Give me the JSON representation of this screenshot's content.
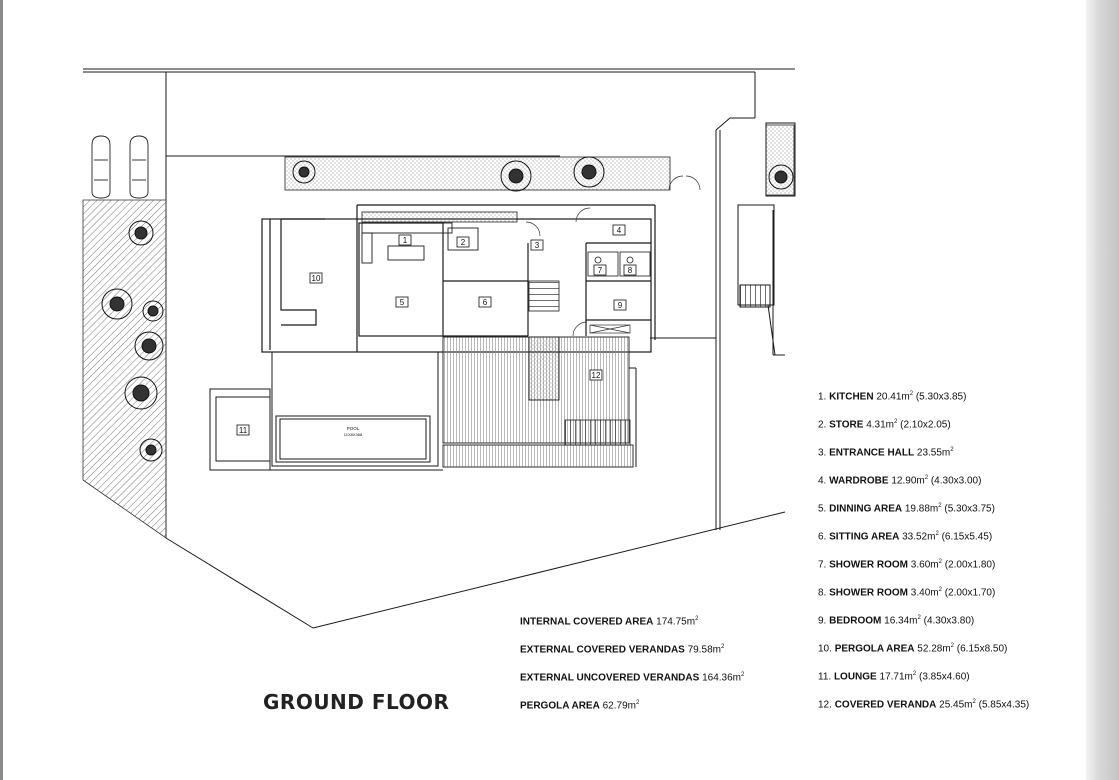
{
  "title": "GROUND FLOOR",
  "room_tags": [
    "1",
    "2",
    "3",
    "4",
    "5",
    "6",
    "7",
    "8",
    "9",
    "10",
    "11",
    "12"
  ],
  "pool_label": "POOL",
  "pool_size": "11X8X368",
  "legend": [
    {
      "num": "1.",
      "name": "KITCHEN",
      "area": "20.41m",
      "dims": "(5.30x3.85)"
    },
    {
      "num": "2.",
      "name": "STORE",
      "area": "4.31m",
      "dims": "(2.10x2.05)"
    },
    {
      "num": "3.",
      "name": "ENTRANCE HALL",
      "area": "23.55m",
      "dims": ""
    },
    {
      "num": "4.",
      "name": "WARDROBE",
      "area": "12.90m",
      "dims": "(4.30x3.00)"
    },
    {
      "num": "5.",
      "name": "DINNING AREA",
      "area": "19.88m",
      "dims": "(5.30x3.75)"
    },
    {
      "num": "6.",
      "name": "SITTING AREA",
      "area": "33.52m",
      "dims": "(6.15x5.45)"
    },
    {
      "num": "7.",
      "name": "SHOWER ROOM",
      "area": "3.60m",
      "dims": "(2.00x1.80)"
    },
    {
      "num": "8.",
      "name": "SHOWER ROOM",
      "area": "3.40m",
      "dims": "(2.00x1.70)"
    },
    {
      "num": "9.",
      "name": "BEDROOM",
      "area": "16.34m",
      "dims": "(4.30x3.80)"
    },
    {
      "num": "10.",
      "name": "PERGOLA AREA",
      "area": "52.28m",
      "dims": "(6.15x8.50)"
    },
    {
      "num": "11.",
      "name": "LOUNGE",
      "area": "17.71m",
      "dims": "(3.85x4.60)"
    },
    {
      "num": "12.",
      "name": "COVERED VERANDA",
      "area": "25.45m",
      "dims": "(5.85x4.35)"
    }
  ],
  "areas": [
    {
      "label": "INTERNAL COVERED AREA",
      "value": "174.75m"
    },
    {
      "label": "EXTERNAL COVERED VERANDAS",
      "value": "79.58m"
    },
    {
      "label": "EXTERNAL UNCOVERED VERANDAS",
      "value": "164.36m"
    },
    {
      "label": "PERGOLA AREA",
      "value": "62.79m"
    }
  ],
  "superscript": "2",
  "colors": {
    "line": "#1a1a1a",
    "border": "#8a8a8a",
    "hatch": "#555555"
  }
}
